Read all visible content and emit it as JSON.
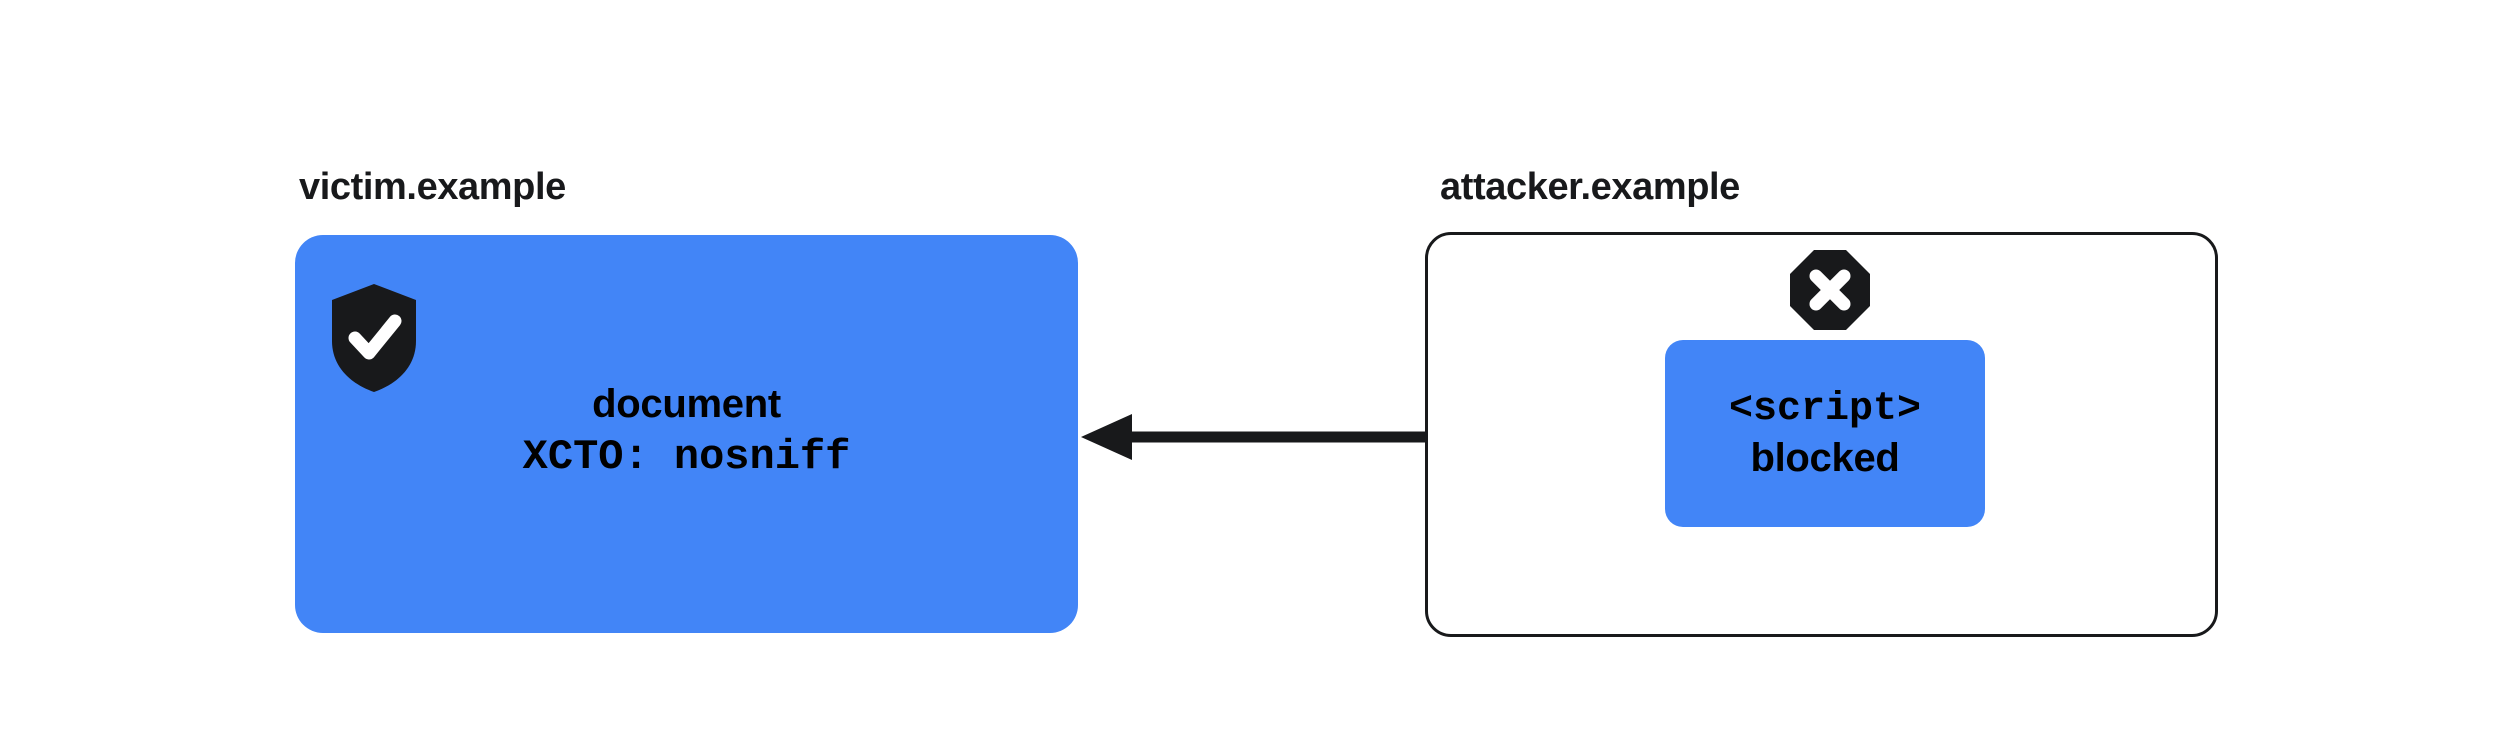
{
  "diagram": {
    "background_color": "#ffffff",
    "accent_color": "#4285f7",
    "ink_color": "#18191b",
    "victim": {
      "label": "victim.example",
      "shield_icon": "shield-check-icon",
      "lines": {
        "document": "document",
        "header": "XCTO: nosniff"
      }
    },
    "attacker": {
      "label": "attacker.example",
      "blocked_icon": "octagon-x-icon",
      "script": {
        "tag": "<script>",
        "status": "blocked"
      }
    },
    "arrow": {
      "icon": "arrow-left-icon",
      "direction": "left"
    }
  }
}
